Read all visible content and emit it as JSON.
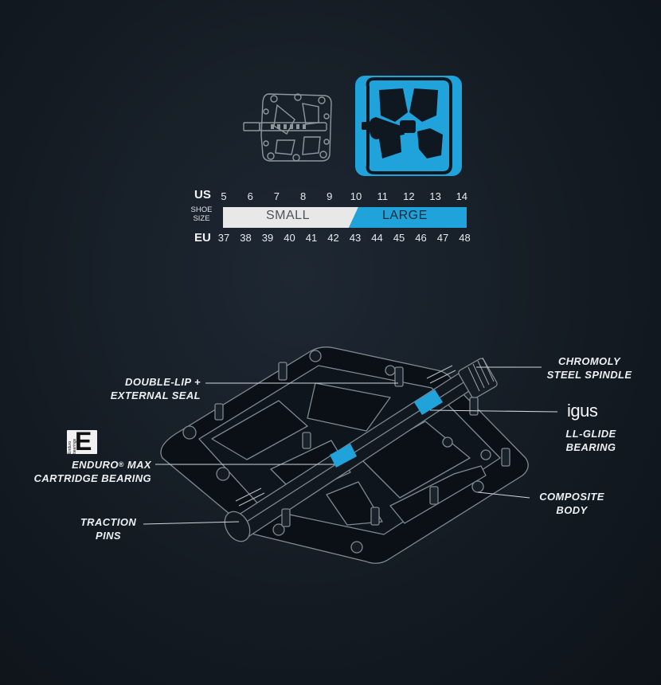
{
  "size_chart": {
    "us_label": "US",
    "eu_label": "EU",
    "shoe_size_label_line1": "SHOE",
    "shoe_size_label_line2": "SIZE",
    "us_sizes": [
      "5",
      "6",
      "7",
      "8",
      "9",
      "10",
      "11",
      "12",
      "13",
      "14"
    ],
    "eu_sizes": [
      "37",
      "38",
      "39",
      "40",
      "41",
      "42",
      "43",
      "44",
      "45",
      "46",
      "47",
      "48"
    ],
    "small_label": "SMALL",
    "large_label": "LARGE"
  },
  "colors": {
    "accent": "#1fa3da",
    "background": "#161e27",
    "small_bar": "#e8e8e8",
    "line": "#cfd6dc"
  },
  "callouts": {
    "seal_line1": "DOUBLE-LIP +",
    "seal_line2": "EXTERNAL SEAL",
    "spindle_line1": "CHROMOLY",
    "spindle_line2": "STEEL SPINDLE",
    "igus_logo": "igus",
    "glide_line1": "LL-GLIDE",
    "glide_line2": "BEARING",
    "enduro_brand": "Enduro bearings",
    "enduro_logo_letter": "E",
    "enduro_line1": "ENDURO",
    "enduro_reg": "®",
    "enduro_line1b": " MAX",
    "enduro_line2": "CARTRIDGE BEARING",
    "body_line1": "COMPOSITE",
    "body_line2": "BODY",
    "pins_line1": "TRACTION",
    "pins_line2": "PINS"
  },
  "icons": {
    "small_pedal": "small-pedal-outline-icon",
    "large_pedal": "large-pedal-blue-icon",
    "pedal_diagram": "pedal-exploded-diagram"
  }
}
